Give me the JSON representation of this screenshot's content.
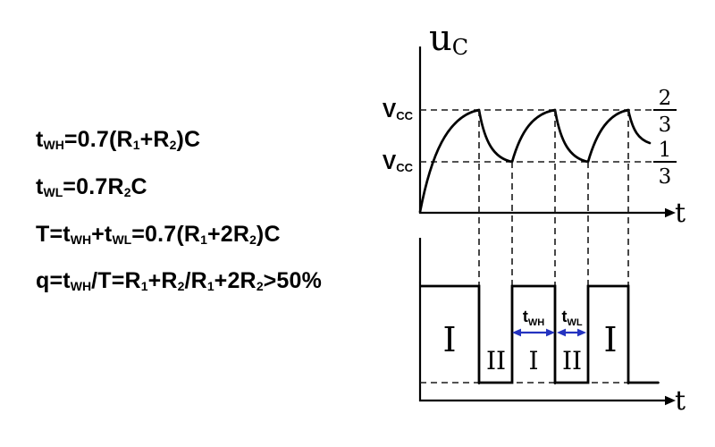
{
  "colors": {
    "ink": "#000000",
    "dashed_line": "#1a1a1a",
    "arrow_blue": "#2433c0"
  },
  "formula_panel": {
    "line_twh": [
      {
        "t": "t"
      },
      {
        "sub": "WH"
      },
      {
        "t": "=0.7(R"
      },
      {
        "sub": "1"
      },
      {
        "t": "+R"
      },
      {
        "sub": "2"
      },
      {
        "t": ")C"
      }
    ],
    "line_twl": [
      {
        "t": "t"
      },
      {
        "sub": "WL"
      },
      {
        "t": "=0.7R"
      },
      {
        "sub": "2"
      },
      {
        "t": "C"
      }
    ],
    "line_period": [
      {
        "t": "T=t"
      },
      {
        "sub": "WH"
      },
      {
        "t": "+t"
      },
      {
        "sub": "WL"
      },
      {
        "t": "=0.7(R"
      },
      {
        "sub": "1"
      },
      {
        "t": "+2R"
      },
      {
        "sub": "2"
      },
      {
        "t": ")C"
      }
    ],
    "line_duty": [
      {
        "t": "q=t"
      },
      {
        "sub": "WH"
      },
      {
        "t": "/T=R"
      },
      {
        "sub": "1"
      },
      {
        "t": "+R"
      },
      {
        "sub": "2"
      },
      {
        "t": "/R"
      },
      {
        "sub": "1"
      },
      {
        "t": "+2R"
      },
      {
        "sub": "2"
      },
      {
        "t": ">50%"
      }
    ]
  },
  "top_graph": {
    "y_axis_label": {
      "main": "u",
      "sub": "C"
    },
    "upper_level_label": {
      "main": "V",
      "sub": "CC"
    },
    "lower_level_label": {
      "main": "V",
      "sub": "CC"
    },
    "upper_fraction": {
      "numerator": "2",
      "denominator": "3"
    },
    "lower_fraction": {
      "numerator": "1",
      "denominator": "3"
    },
    "x_axis_label": "t"
  },
  "bottom_graph": {
    "region_labels": [
      "I",
      "II",
      "I",
      "II",
      "I"
    ],
    "twh_label": {
      "main": "t",
      "sub": "WH"
    },
    "twl_label": {
      "main": "t",
      "sub": "WL"
    },
    "x_axis_label": "t"
  }
}
